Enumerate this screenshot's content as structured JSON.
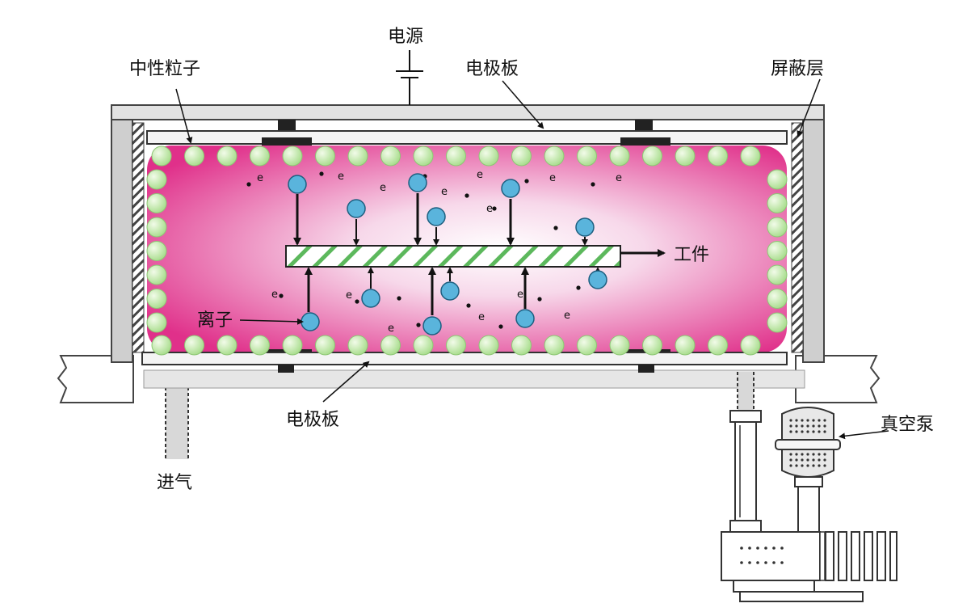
{
  "labels": {
    "power": "电源",
    "neutral_particle": "中性粒子",
    "electrode_top": "电极板",
    "shield": "屏蔽层",
    "workpiece": "工件",
    "ion": "离子",
    "electrode_bottom": "电极板",
    "gas_inlet": "进气",
    "vacuum_pump": "真空泵",
    "electron_symbol": "e"
  },
  "colors": {
    "plasma_edge": "#e0308a",
    "plasma_center": "#ffffff",
    "neutral_particle": "#b8e6a0",
    "ion": "#5ab4dc",
    "workpiece_stripe": "#5cb85c",
    "frame": "#cccccc",
    "frame_stroke": "#333333"
  }
}
